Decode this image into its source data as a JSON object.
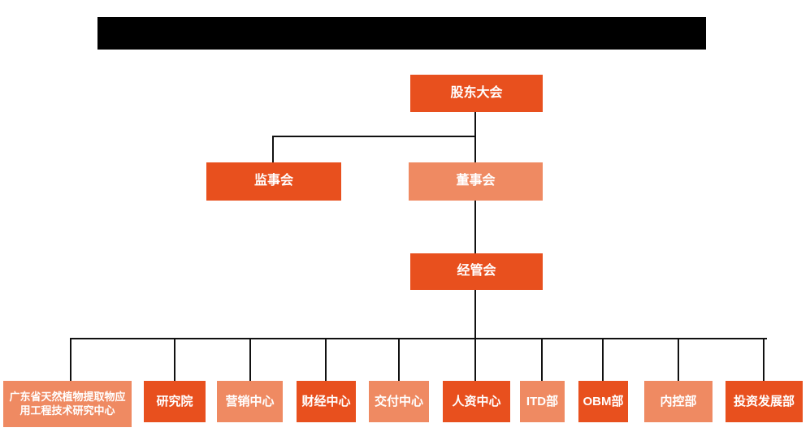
{
  "colors": {
    "primary": "#E8501E",
    "secondary": "#EF8A62",
    "line": "#111111",
    "redacted": "#000000",
    "node_text": "#FFFFFF"
  },
  "chart": {
    "type": "org-chart",
    "levels": {
      "shareholders": "股东大会",
      "supervisors": "监事会",
      "board": "董事会",
      "management": "经管会"
    },
    "departments": [
      {
        "label": "广东省天然植物提取物应用工程技术研究中心"
      },
      {
        "label": "研究院"
      },
      {
        "label": "营销中心"
      },
      {
        "label": "财经中心"
      },
      {
        "label": "交付中心"
      },
      {
        "label": "人资中心"
      },
      {
        "label": "ITD部"
      },
      {
        "label": "OBM部"
      },
      {
        "label": "内控部"
      },
      {
        "label": "投资发展部"
      }
    ]
  }
}
